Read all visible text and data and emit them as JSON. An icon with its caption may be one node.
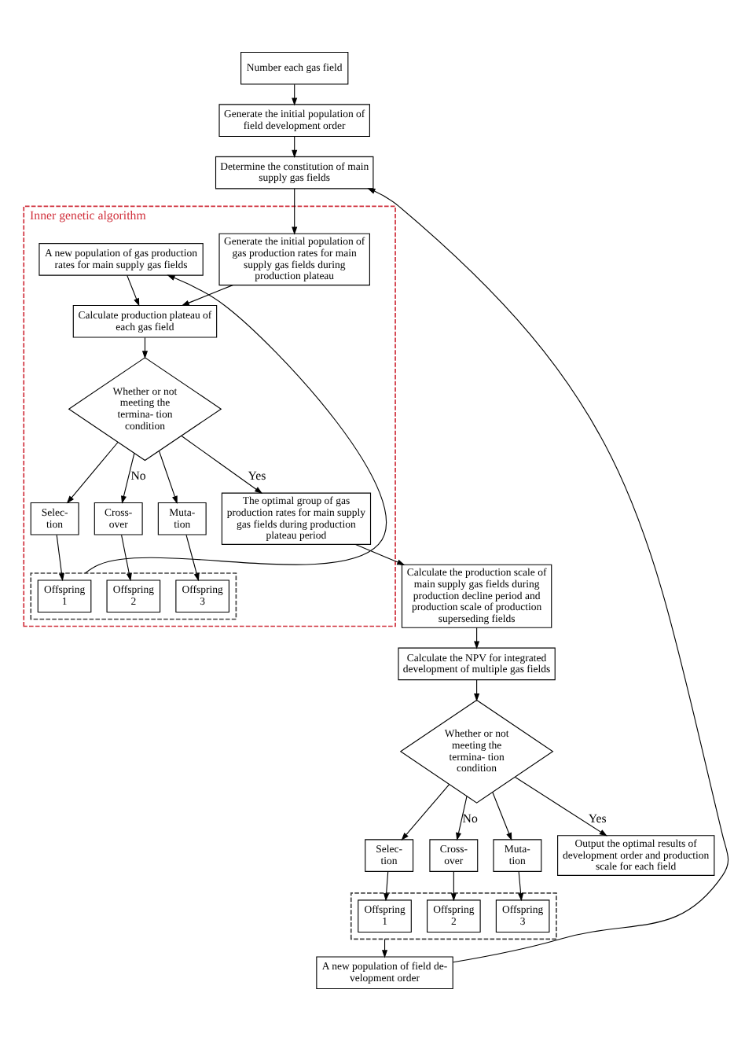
{
  "diagram": {
    "nodes": [
      {
        "text": [
          "Number each gas field"
        ]
      },
      {
        "text": [
          "Generate the initial population of field development order"
        ]
      },
      {
        "text": [
          "Determine the constitution of main supply gas fields"
        ]
      },
      {
        "text": [
          "Inner genetic algorithm"
        ]
      },
      {
        "text": [
          "Generate the initial population of gas production rates for main supply gas fields during production plateau"
        ],
        "in": 3
      },
      {
        "text": [
          "A new population of gas production rates for main supply gas fields"
        ],
        "in": 3
      },
      {
        "text": [
          "Calculate production plateau of each gas field"
        ],
        "in": 3
      },
      {
        "text": [
          "Whether or not meeting the termina- tion condition"
        ],
        "in": 3
      },
      {
        "text": [
          "Selec- tion"
        ],
        "in": 3
      },
      {
        "text": [
          "Cross- over"
        ],
        "in": 3
      },
      {
        "text": [
          "Muta- tion"
        ],
        "in": 3
      },
      {
        "text": [],
        "shape": "box",
        "in": 3
      },
      {
        "text": [
          "Offspring 1"
        ],
        "in": 11
      },
      {
        "text": [
          "Offspring 2"
        ],
        "in": 11
      },
      {
        "text": [
          "Offspring 3"
        ],
        "in": 11
      },
      {
        "text": [
          "The optimal group of gas production rates for main supply gas fields during production plateau period"
        ],
        "in": 3
      },
      {
        "text": [
          "Calculate the production scale of main supply gas fields during production decline period and production scale of production superseding fields"
        ]
      },
      {
        "text": [
          "Calculate the NPV for integrated development of multiple gas fields"
        ]
      },
      {
        "text": [
          "Whether or not meeting the termina- tion condition"
        ]
      },
      {
        "text": [
          "Selec- tion"
        ]
      },
      {
        "text": [
          "Cross- over"
        ]
      },
      {
        "text": [
          "Muta- tion"
        ]
      },
      {
        "text": [],
        "shape": "box"
      },
      {
        "text": [
          "Offspring 1"
        ],
        "in": 22
      },
      {
        "text": [
          "Offspring 2"
        ],
        "in": 22
      },
      {
        "text": [
          "Offspring 3"
        ],
        "in": 22
      },
      {
        "text": [
          "A new population of field de- velopment order"
        ]
      },
      {
        "text": [
          "Output the optimal results of development order and production scale for each field"
        ]
      }
    ],
    "edges": [
      {
        "from": 0,
        "to": 1,
        "arrow": "to"
      },
      {
        "from": 1,
        "to": 2,
        "arrow": "to"
      },
      {
        "from": 2,
        "to": 4,
        "arrow": "to"
      },
      {
        "from": 4,
        "to": 6,
        "arrow": "to"
      },
      {
        "from": 5,
        "to": 6,
        "arrow": "to"
      },
      {
        "from": 6,
        "to": 7,
        "arrow": "to"
      },
      {
        "from": 7,
        "to": 8,
        "arrow": "to"
      },
      {
        "from": 7,
        "to": 9,
        "arrow": "to",
        "label": "No"
      },
      {
        "from": 7,
        "to": 10,
        "arrow": "to"
      },
      {
        "from": 8,
        "to": 12,
        "arrow": "to"
      },
      {
        "from": 9,
        "to": 13,
        "arrow": "to"
      },
      {
        "from": 10,
        "to": 14,
        "arrow": "to"
      },
      {
        "from": 11,
        "to": 5,
        "arrow": "to"
      },
      {
        "from": 7,
        "to": 15,
        "arrow": "to",
        "label": "Yes"
      },
      {
        "from": 15,
        "to": 16,
        "arrow": "to"
      },
      {
        "from": 16,
        "to": 17,
        "arrow": "to"
      },
      {
        "from": 17,
        "to": 18,
        "arrow": "to"
      },
      {
        "from": 18,
        "to": 19,
        "arrow": "to"
      },
      {
        "from": 18,
        "to": 20,
        "arrow": "to",
        "label": "No"
      },
      {
        "from": 18,
        "to": 21,
        "arrow": "to"
      },
      {
        "from": 19,
        "to": 23,
        "arrow": "to"
      },
      {
        "from": 20,
        "to": 24,
        "arrow": "to"
      },
      {
        "from": 21,
        "to": 25,
        "arrow": "to"
      },
      {
        "from": 22,
        "to": 26,
        "arrow": "to"
      },
      {
        "from": 26,
        "to": 2,
        "arrow": "to"
      },
      {
        "from": 18,
        "to": 27,
        "arrow": "to",
        "label": "Yes"
      }
    ]
  }
}
